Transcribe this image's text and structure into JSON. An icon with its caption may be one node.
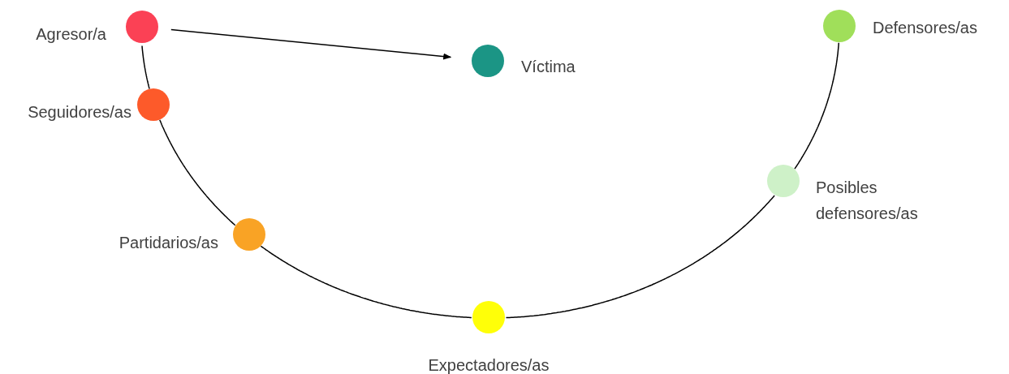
{
  "diagram": {
    "nodes": [
      {
        "text": [],
        "shape": "circle",
        "beside": [
          "Agresor/a"
        ]
      },
      {
        "text": [],
        "shape": "circle",
        "beside": [
          "Víctima"
        ]
      },
      {
        "text": [],
        "shape": "circle",
        "beside": [
          "Defensores/as"
        ]
      },
      {
        "text": [],
        "shape": "circle",
        "beside": [
          "Seguidores/as"
        ]
      },
      {
        "text": [],
        "shape": "circle",
        "beside": [
          "Posibles defensores/as"
        ]
      },
      {
        "text": [],
        "shape": "circle",
        "beside": [
          "Partidarios/as"
        ]
      },
      {
        "text": [],
        "shape": "circle",
        "beside": [
          "Expectadores/as"
        ]
      }
    ],
    "edges": [
      {
        "from": 0,
        "to": 1,
        "arrow": "to"
      },
      {
        "from": 0,
        "to": 3,
        "arrow": "none"
      },
      {
        "from": 3,
        "to": 5,
        "arrow": "none"
      },
      {
        "from": 5,
        "to": 6,
        "arrow": "none"
      },
      {
        "from": 6,
        "to": 4,
        "arrow": "none"
      },
      {
        "from": 4,
        "to": 2,
        "arrow": "none"
      }
    ]
  }
}
